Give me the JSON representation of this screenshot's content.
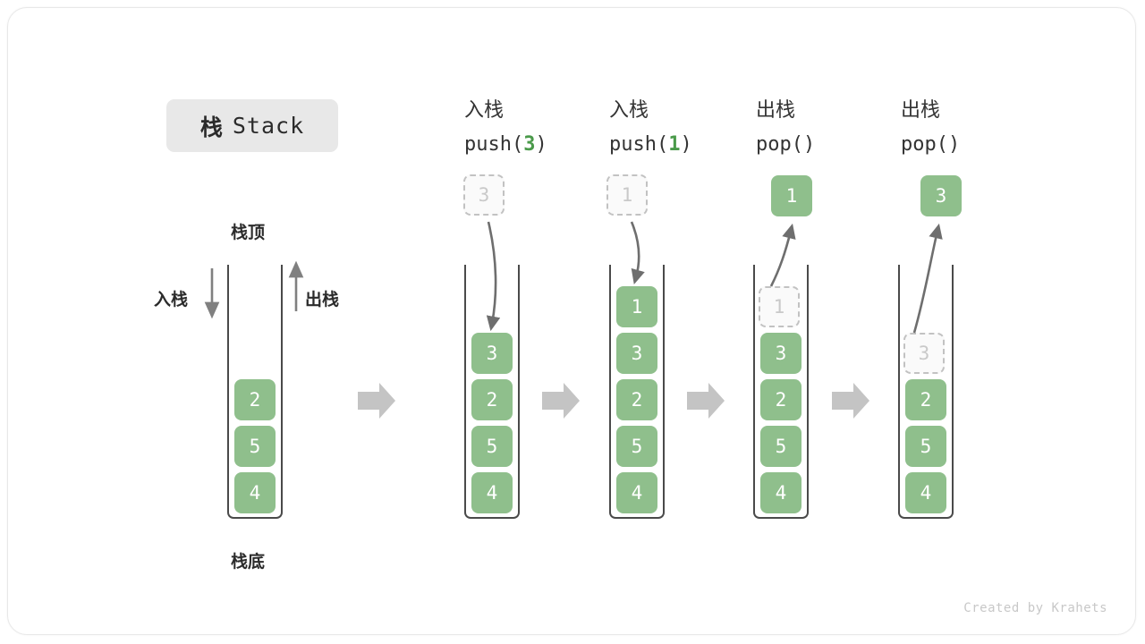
{
  "title": {
    "cn": "栈",
    "en": "Stack"
  },
  "left_labels": {
    "top": "栈顶",
    "bottom": "栈底",
    "push": "入栈",
    "pop": "出栈"
  },
  "watermark": "Created by Krahets",
  "colors": {
    "element_green": "#8fbf8c",
    "code_number_green": "#4a9a4a",
    "container_border": "#4a4a4a",
    "ghost_border": "#c2c2c2",
    "ghost_text": "#c9c9c9",
    "arrow_gray": "#6e6e6e",
    "step_arrow_gray": "#c4c4c4",
    "badge_background": "#e8e8e8"
  },
  "columns": [
    {
      "id": "initial",
      "header_cn": "",
      "header_code": "",
      "stack": [
        "2",
        "5",
        "4"
      ],
      "ghost_index": -1,
      "floating_cell": null
    },
    {
      "id": "push-3",
      "header_cn": "入栈",
      "header_code_prefix": "push(",
      "header_code_number": "3",
      "header_code_suffix": ")",
      "stack": [
        "3",
        "2",
        "5",
        "4"
      ],
      "ghost_index": -1,
      "floating_cell": {
        "value": "3",
        "style": "ghost"
      },
      "arrow_direction": "down"
    },
    {
      "id": "push-1",
      "header_cn": "入栈",
      "header_code_prefix": "push(",
      "header_code_number": "1",
      "header_code_suffix": ")",
      "stack": [
        "1",
        "3",
        "2",
        "5",
        "4"
      ],
      "ghost_index": -1,
      "floating_cell": {
        "value": "1",
        "style": "ghost"
      },
      "arrow_direction": "down"
    },
    {
      "id": "pop-1",
      "header_cn": "出栈",
      "header_code_prefix": "pop(",
      "header_code_number": "",
      "header_code_suffix": ")",
      "stack": [
        "1",
        "3",
        "2",
        "5",
        "4"
      ],
      "ghost_index": 0,
      "floating_cell": {
        "value": "1",
        "style": "solid"
      },
      "arrow_direction": "up"
    },
    {
      "id": "pop-3",
      "header_cn": "出栈",
      "header_code_prefix": "pop(",
      "header_code_number": "",
      "header_code_suffix": ")",
      "stack": [
        "3",
        "2",
        "5",
        "4"
      ],
      "ghost_index": 0,
      "floating_cell": {
        "value": "3",
        "style": "solid"
      },
      "arrow_direction": "up"
    }
  ],
  "step_arrows": 4
}
